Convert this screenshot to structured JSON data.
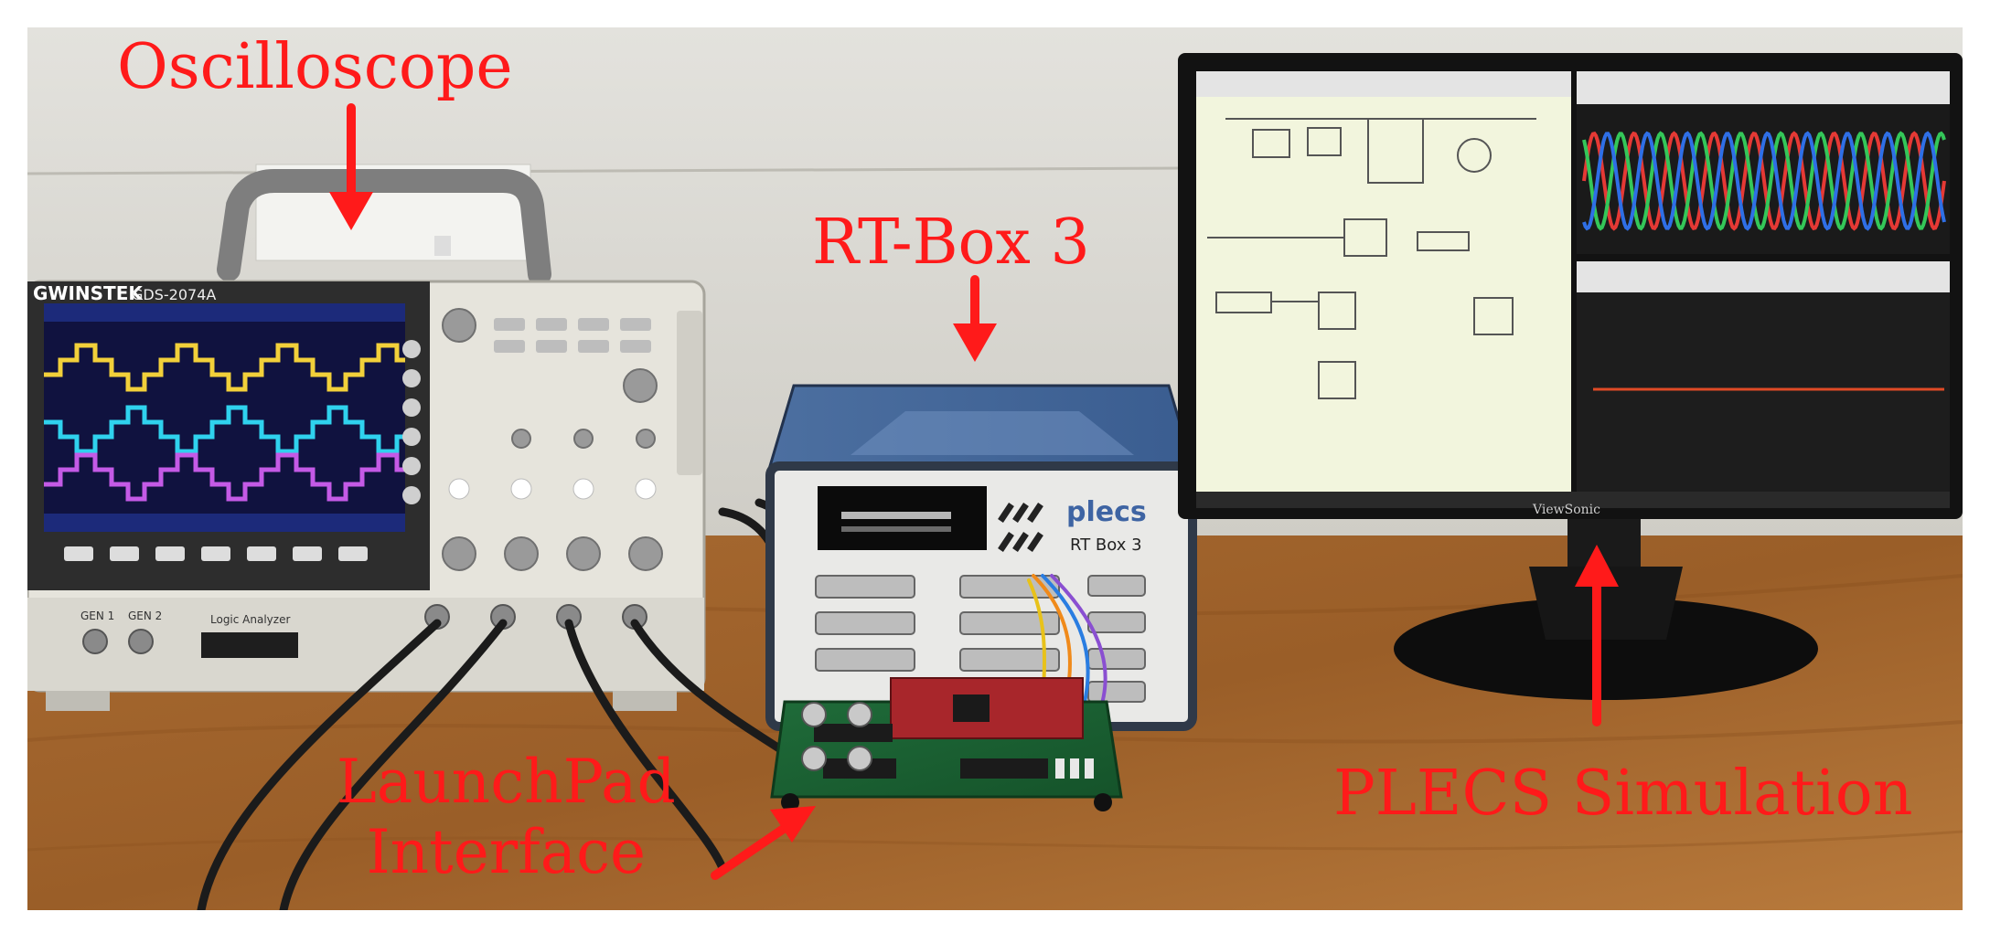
{
  "labels": {
    "oscilloscope": "Oscilloscope",
    "rtbox": "RT-Box 3",
    "launchpad_line1": "LaunchPad",
    "launchpad_line2": "Interface",
    "plecs": "PLECS Simulation"
  },
  "device_text": {
    "scope_brand": "GWINSTEK",
    "scope_model": "GDS-2074A",
    "scope_generators": [
      "GEN 1",
      "GEN 2"
    ],
    "scope_logic": "Logic Analyzer",
    "rtbox_brand": "plecs",
    "rtbox_model": "RT Box 3",
    "monitor_brand": "ViewSonic"
  },
  "colors": {
    "callout": "#ff1a1a",
    "trace_yellow": "#f2d03a",
    "trace_cyan": "#2fd2ee",
    "trace_magenta": "#c45ae6",
    "phase_red": "#e53935",
    "phase_green": "#34c759",
    "phase_blue": "#2f6fe6"
  }
}
